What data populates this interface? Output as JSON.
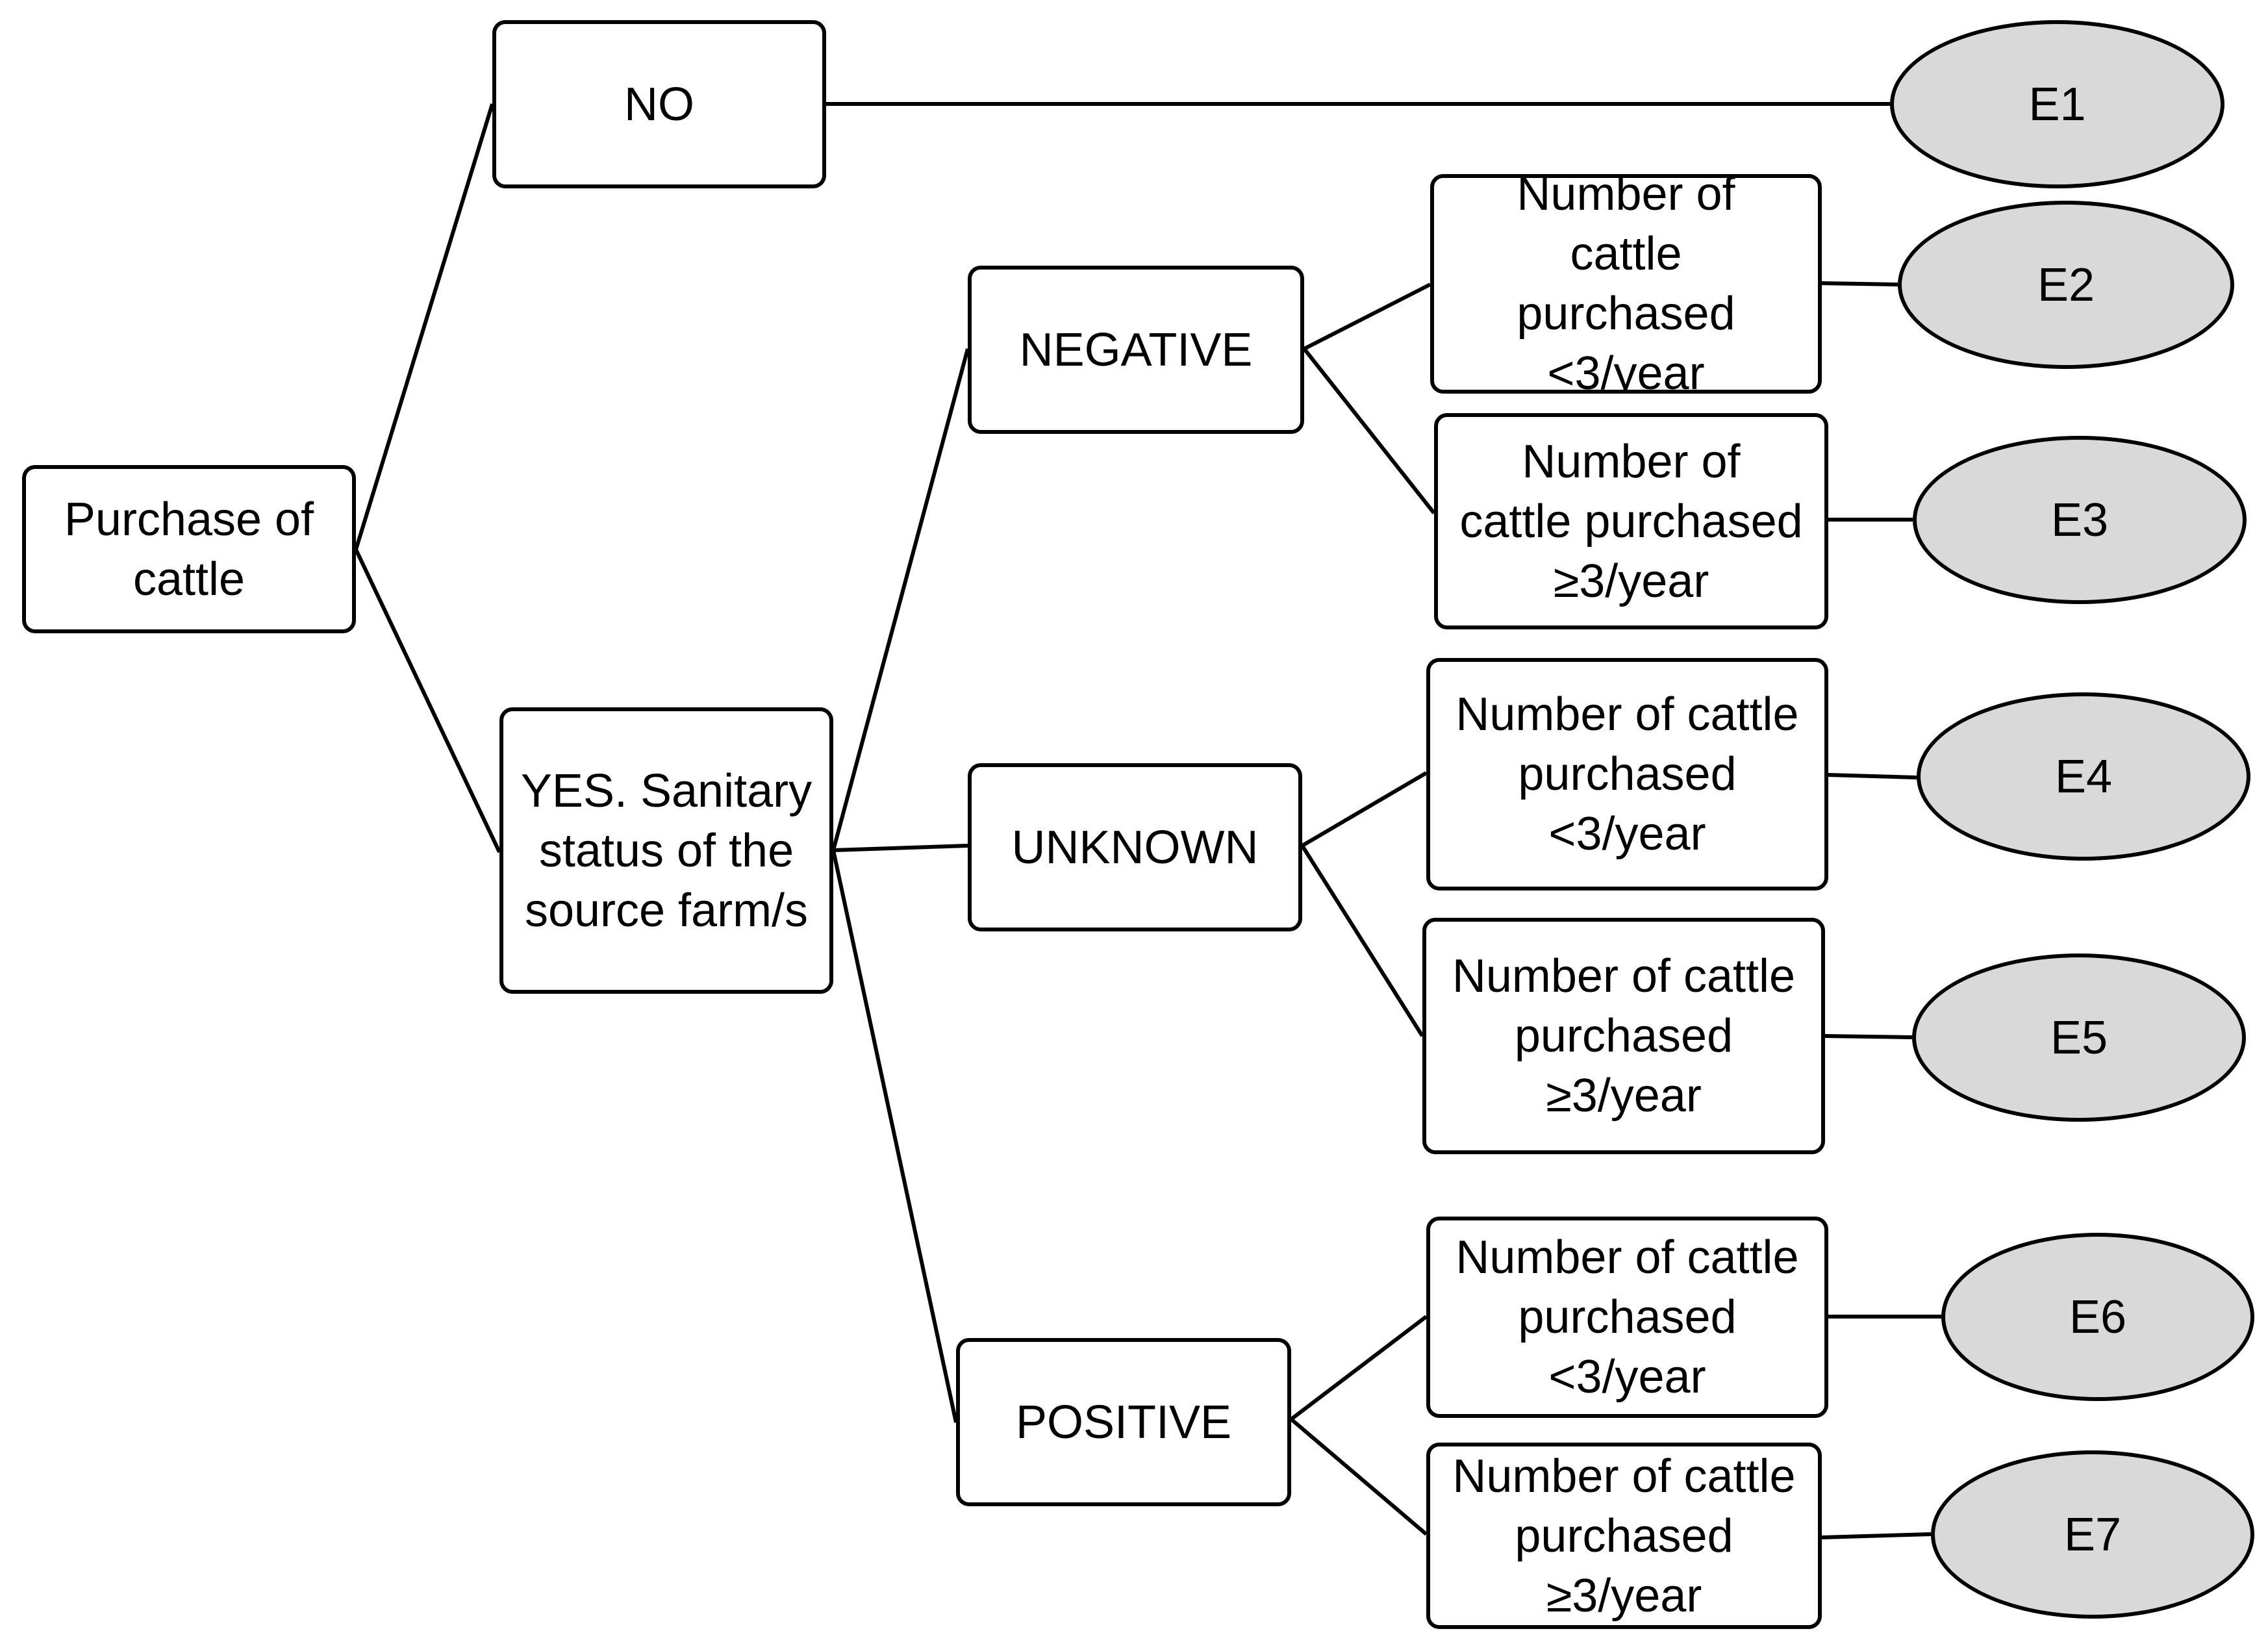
{
  "root": {
    "lines": [
      "Purchase of",
      "cattle"
    ]
  },
  "no_branch": {
    "label": "NO"
  },
  "yes_branch": {
    "lines": [
      "YES. Sanitary",
      "status of the",
      "source farm/s"
    ]
  },
  "status": {
    "negative": "NEGATIVE",
    "unknown": "UNKNOWN",
    "positive": "POSITIVE"
  },
  "counts": [
    {
      "lines": [
        "Number of",
        "cattle",
        "purchased",
        "<3/year"
      ]
    },
    {
      "lines": [
        "Number of",
        "cattle purchased",
        "≥3/year"
      ]
    },
    {
      "lines": [
        "Number of cattle",
        "purchased",
        "<3/year"
      ]
    },
    {
      "lines": [
        "Number of cattle",
        "purchased",
        "≥3/year"
      ]
    },
    {
      "lines": [
        "Number of cattle",
        "purchased",
        "<3/year"
      ]
    },
    {
      "lines": [
        "Number of cattle",
        "purchased",
        "≥3/year"
      ]
    }
  ],
  "endpoints": [
    "E1",
    "E2",
    "E3",
    "E4",
    "E5",
    "E6",
    "E7"
  ],
  "colors": {
    "endpoint_fill": "#d9d9d9",
    "stroke": "#000000",
    "background": "#ffffff"
  }
}
